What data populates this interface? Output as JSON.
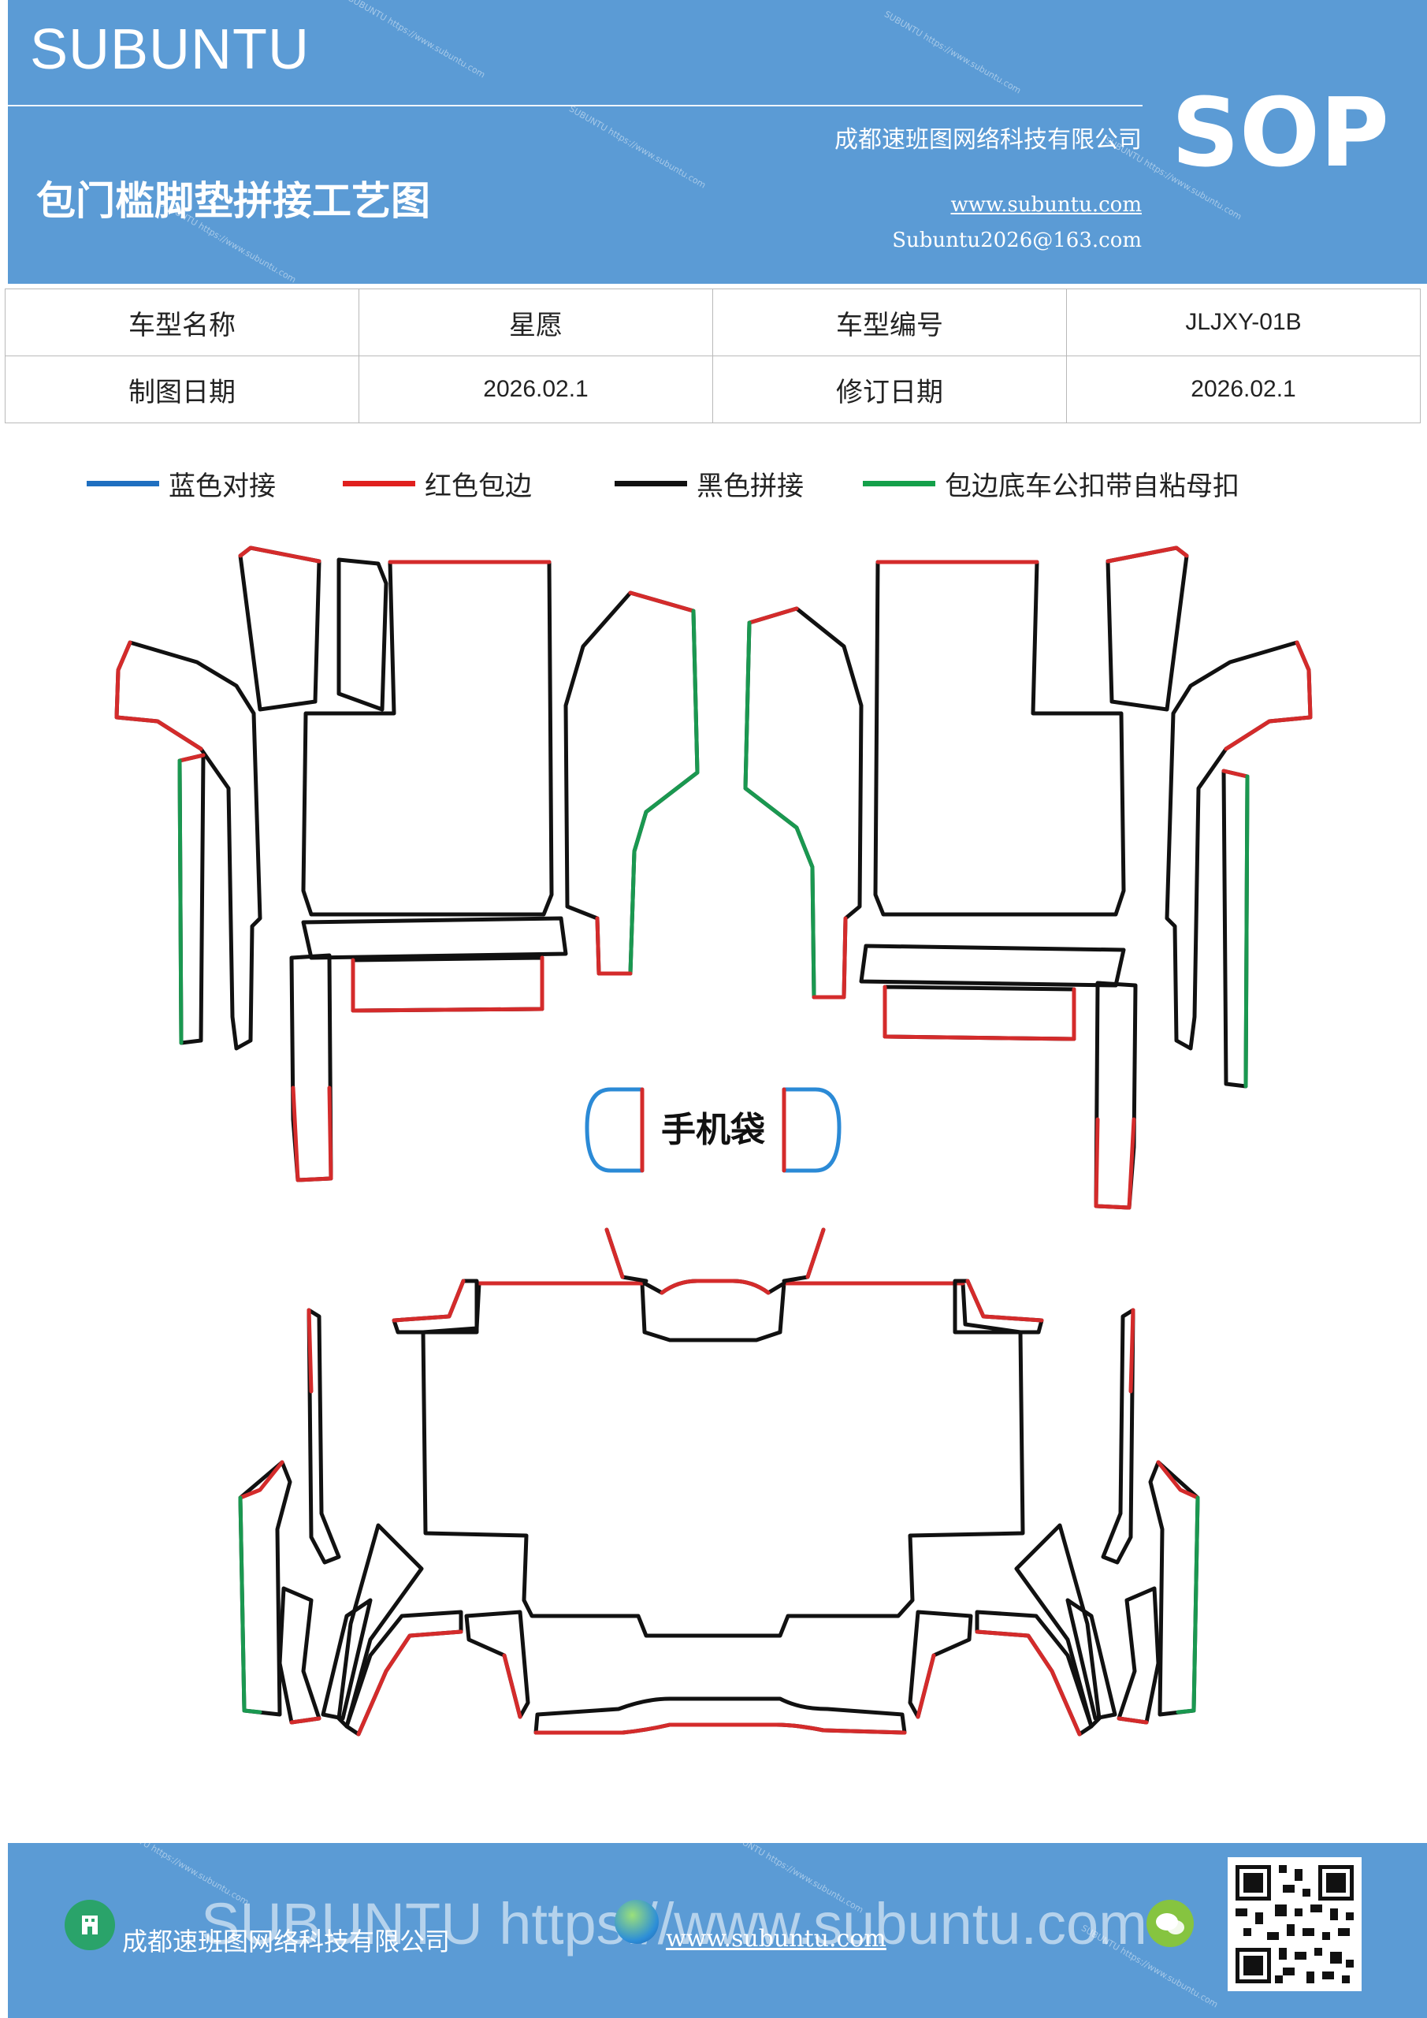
{
  "header": {
    "brand": "SUBUNTU",
    "badge": "SOP",
    "company": "成都速班图网络科技有限公司",
    "website": "www.subuntu.com",
    "email": "Subuntu2026@163.com",
    "title": "包门槛脚垫拼接工艺图",
    "watermark": "SUBUNTU https://www.subuntu.com"
  },
  "info_table": {
    "rows": [
      {
        "label1": "车型名称",
        "value1": "星愿",
        "label2": "车型编号",
        "value2": "JLJXY-01B"
      },
      {
        "label1": "制图日期",
        "value1": "2026.02.1",
        "label2": "修订日期",
        "value2": "2026.02.1"
      }
    ]
  },
  "legend": [
    {
      "label": "蓝色对接",
      "color": "#1f6fc0"
    },
    {
      "label": "红色包边",
      "color": "#e0201e"
    },
    {
      "label": "黑色拼接",
      "color": "#111111"
    },
    {
      "label": "包边底车公扣带自粘母扣",
      "color": "#14a04a"
    }
  ],
  "diagram": {
    "phone_bag_label": "手机袋",
    "colors": {
      "blue": "#2b8ad6",
      "red": "#d42b2b",
      "black": "#111111",
      "green": "#1a9850"
    }
  },
  "footer": {
    "company": "成都速班图网络科技有限公司",
    "website": "www.subuntu.com",
    "ghost_text": "SUBUNTU https://www.subuntu.com"
  }
}
